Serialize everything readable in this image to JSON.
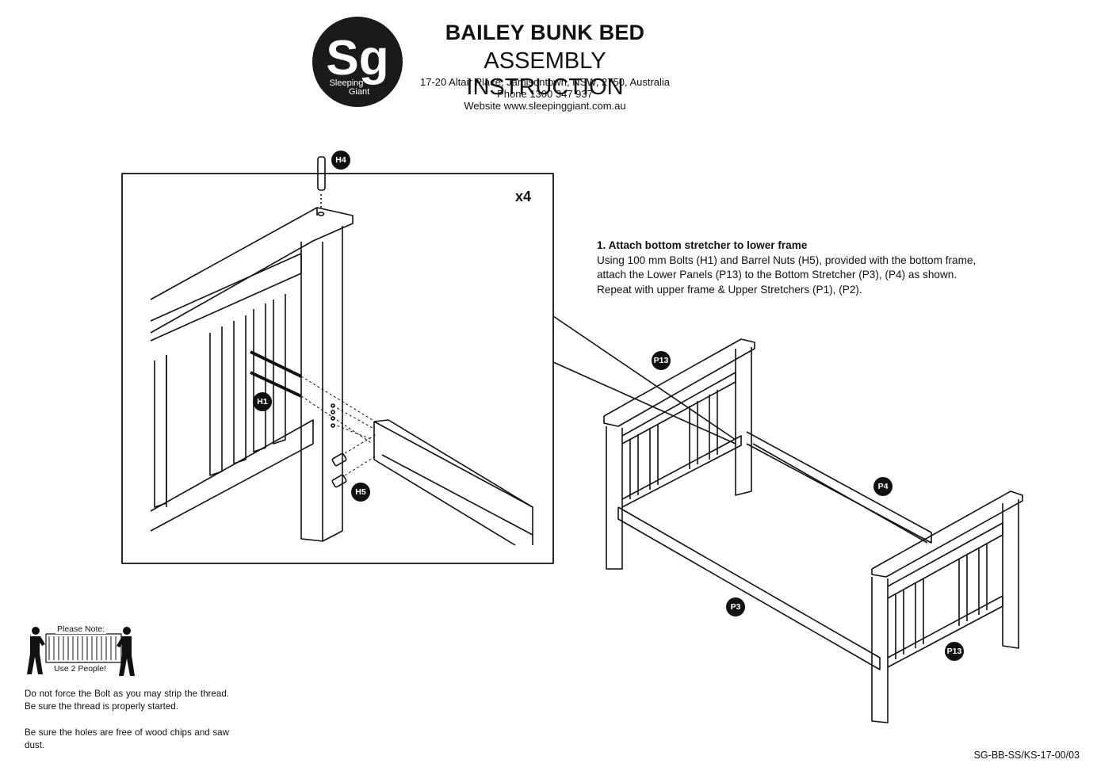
{
  "header": {
    "logo_text": "Sg",
    "logo_sub1": "Sleeping",
    "logo_sub2": "Giant",
    "title": "BAILEY BUNK BED",
    "subtitle": "ASSEMBLY INSTRUCTION",
    "address": "17-20 Altair Place, Jamisontown, NSW, 2750, Australia",
    "phone": "Phone 1300 347 937",
    "website": "Website www.sleepinggiant.com.au"
  },
  "step": {
    "title": "1. Attach bottom stretcher to lower frame",
    "line1": "Using 100 mm Bolts (H1) and Barrel Nuts (H5), provided with the bottom frame,",
    "line2": "attach the Lower Panels (P13) to the Bottom Stretcher (P3), (P4) as shown.",
    "line3": "Repeat with upper frame & Upper Stretchers (P1), (P2)."
  },
  "detail": {
    "multiplier": "x4",
    "labels": {
      "h4": "H4",
      "h1": "H1",
      "h5": "H5"
    }
  },
  "parts": {
    "p13a": "P13",
    "p4": "P4",
    "p3": "P3",
    "p13b": "P13"
  },
  "people_note": {
    "line1": "Please Note:",
    "line2": "Use 2 People!"
  },
  "notes": {
    "note1": "Do not force the Bolt as you may strip the thread. Be sure the thread is properly started.",
    "note2": "Be sure the holes are free of wood chips and saw dust."
  },
  "doc_ref": "SG-BB-SS/KS-17-00/03"
}
